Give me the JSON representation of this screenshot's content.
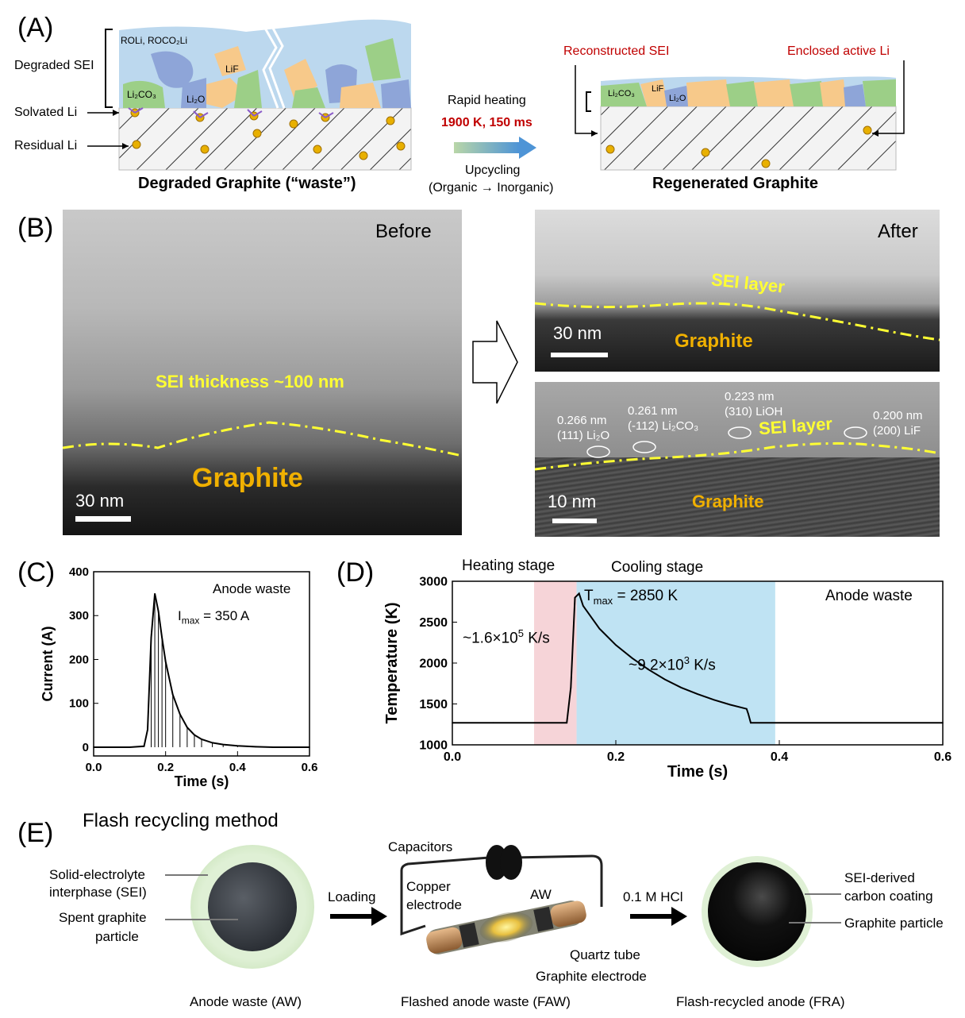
{
  "panelA": {
    "label": "(A)",
    "degraded_sei": "Degraded SEI",
    "solvated_li": "Solvated Li",
    "residual_li": "Residual Li",
    "species_top": "ROLi, ROCO₂Li",
    "li2co3": "Li₂CO₃",
    "lif": "LiF",
    "li2o": "Li₂O",
    "rapid_heating": "Rapid heating",
    "conditions": "1900 K, 150 ms",
    "upcycling": "Upcycling",
    "organic_inorganic": "(Organic → Inorganic)",
    "degraded_caption": "Degraded Graphite (“waste”)",
    "reconstructed_sei": "Reconstructed SEI",
    "enclosed_li": "Enclosed active Li",
    "regen_caption": "Regenerated Graphite",
    "colors": {
      "sei_bg": "#bcd8ee",
      "li2co3": "#9ccf87",
      "lif": "#f7c98a",
      "li2o": "#8ea5d8",
      "li_dot": "#e8b000",
      "accent_red": "#c00000",
      "arrow": "#5b9bd5"
    }
  },
  "panelB": {
    "label": "(B)",
    "before": "Before",
    "after": "After",
    "sei_thickness": "SEI thickness  ~100 nm",
    "graphite": "Graphite",
    "scale_30": "30 nm",
    "scale_10": "10 nm",
    "sei_layer": "SEI layer",
    "lattice": [
      {
        "d": "0.266 nm",
        "plane": "(111) Li₂O"
      },
      {
        "d": "0.261 nm",
        "plane": "(-112) Li₂CO₃"
      },
      {
        "d": "0.223 nm",
        "plane": "(310) LiOH"
      },
      {
        "d": "0.200 nm",
        "plane": "(200) LiF"
      }
    ],
    "colors": {
      "boundary": "#ffff33",
      "graphite_text": "#f0b000"
    }
  },
  "panelC": {
    "label": "(C)",
    "annotation": "Anode waste",
    "imax_label": "I",
    "imax_sub": "max",
    "imax_value": " = 350 A"
  },
  "panelD": {
    "label": "(D)",
    "heating_stage": "Heating stage",
    "cooling_stage": "Cooling stage",
    "annotation": "Anode waste",
    "tmax_label": "T",
    "tmax_sub": "max",
    "tmax_value": " = 2850 K",
    "heating_rate_pre": "~1.6×10",
    "heating_rate_exp": "5",
    "heating_rate_post": " K/s",
    "cooling_rate_pre": "~9.2×10",
    "cooling_rate_exp": "3",
    "cooling_rate_post": " K/s",
    "colors": {
      "heating": "#f6d4d8",
      "cooling": "#bfe3f3"
    }
  },
  "panelE": {
    "label": "(E)",
    "title": "Flash recycling method",
    "sei_label_1": "Solid-electrolyte",
    "sei_label_2": "interphase (SEI)",
    "spent_1": "Spent graphite",
    "spent_2": "particle",
    "loading": "Loading",
    "capacitors": "Capacitors",
    "copper_1": "Copper",
    "copper_2": "electrode",
    "aw": "AW",
    "quartz": "Quartz tube",
    "graphite_electrode": "Graphite electrode",
    "hcl": "0.1 M HCl",
    "coating_1": "SEI-derived",
    "coating_2": "carbon coating",
    "graphite_particle": "Graphite particle",
    "cap_aw": "Anode waste (AW)",
    "cap_faw": "Flashed anode waste (FAW)",
    "cap_fra": "Flash-recycled anode (FRA)"
  },
  "chart_data": [
    {
      "type": "line",
      "xlabel": "Time (s)",
      "ylabel": "Current (A)",
      "xlim": [
        0.0,
        0.6
      ],
      "ylim": [
        -20,
        400
      ],
      "xticks": [
        "0.0",
        "0.2",
        "0.4",
        "0.6"
      ],
      "yticks": [
        "0",
        "100",
        "200",
        "300",
        "400"
      ],
      "x": [
        0.0,
        0.05,
        0.1,
        0.14,
        0.15,
        0.16,
        0.17,
        0.18,
        0.19,
        0.2,
        0.22,
        0.24,
        0.26,
        0.28,
        0.3,
        0.33,
        0.36,
        0.4,
        0.45,
        0.5,
        0.55,
        0.6
      ],
      "y": [
        0,
        0,
        0,
        2,
        40,
        250,
        350,
        310,
        250,
        195,
        120,
        75,
        45,
        28,
        18,
        10,
        6,
        3,
        1,
        0,
        0,
        0
      ]
    },
    {
      "type": "line",
      "xlabel": "Time (s)",
      "ylabel": "Temperature (K)",
      "xlim": [
        0.0,
        0.6
      ],
      "ylim": [
        1000,
        3000
      ],
      "xticks": [
        "0.0",
        "0.2",
        "0.4",
        "0.6"
      ],
      "yticks": [
        "1000",
        "1500",
        "2000",
        "2500",
        "3000"
      ],
      "x": [
        0.0,
        0.05,
        0.1,
        0.14,
        0.145,
        0.15,
        0.155,
        0.16,
        0.18,
        0.2,
        0.22,
        0.24,
        0.26,
        0.28,
        0.3,
        0.32,
        0.34,
        0.36,
        0.362,
        0.365,
        0.4,
        0.5,
        0.6
      ],
      "y": [
        1270,
        1270,
        1270,
        1270,
        1700,
        2800,
        2850,
        2700,
        2420,
        2220,
        2060,
        1920,
        1800,
        1700,
        1620,
        1550,
        1490,
        1440,
        1380,
        1270,
        1270,
        1270,
        1270
      ]
    }
  ]
}
